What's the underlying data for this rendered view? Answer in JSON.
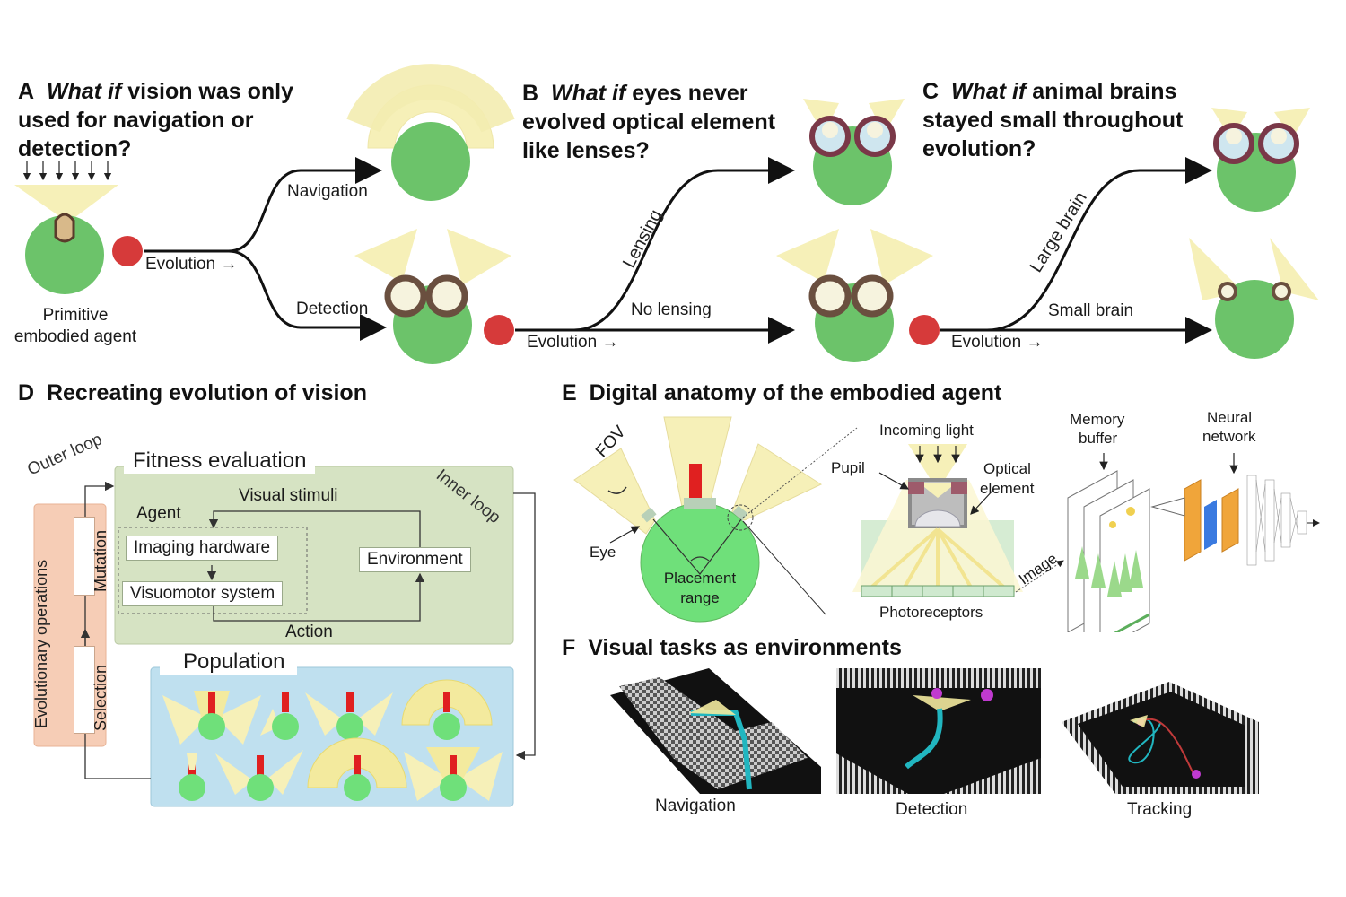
{
  "panel_a": {
    "letter": "A",
    "title_em": "What if",
    "title_rest": " vision was only used for navigation or detection?",
    "agent_label": "Primitive embodied agent",
    "evolution": "Evolution →",
    "branch_top": "Navigation",
    "branch_bottom": "Detection"
  },
  "panel_b": {
    "letter": "B",
    "title_em": "What if",
    "title_rest": " eyes never evolved optical element like lenses?",
    "branch_top": "Lensing",
    "branch_bottom": "No lensing",
    "evolution": "Evolution →"
  },
  "panel_c": {
    "letter": "C",
    "title_em": "What if",
    "title_rest": " animal brains stayed small throughout evolution?",
    "branch_top": "Large brain",
    "branch_bottom": "Small brain",
    "evolution": "Evolution →"
  },
  "panel_d": {
    "letter": "D",
    "title": "Recreating evolution of vision",
    "outer_loop": "Outer loop",
    "inner_loop": "Inner loop",
    "fitness": "Fitness evaluation",
    "visual_stimuli": "Visual stimuli",
    "agent": "Agent",
    "imaging_hardware": "Imaging hardware",
    "visuomotor": "Visuomotor system",
    "environment": "Environment",
    "action": "Action",
    "population": "Population",
    "evo_ops": "Evolutionary operations",
    "mutation": "Mutation",
    "selection": "Selection"
  },
  "panel_e": {
    "letter": "E",
    "title": "Digital anatomy of the embodied agent",
    "fov": "FOV",
    "eye": "Eye",
    "placement_1": "Placement",
    "placement_2": "range",
    "incoming_light": "Incoming light",
    "pupil": "Pupil",
    "optical_1": "Optical",
    "optical_2": "element",
    "photoreceptors": "Photoreceptors",
    "image": "Image",
    "memory_1": "Memory",
    "memory_2": "buffer",
    "neural_1": "Neural",
    "neural_2": "network"
  },
  "panel_f": {
    "letter": "F",
    "title": "Visual tasks as environments",
    "tasks": [
      "Navigation",
      "Detection",
      "Tracking"
    ]
  },
  "colors": {
    "agent_green": "#6cc36a",
    "evolution_red": "#d63a3a",
    "fov_yellow": "#f6f0b8",
    "fitness_bg": "#d6e3c3",
    "population_bg": "#bfe0ef",
    "evo_ops_bg": "#f6cdb6"
  }
}
